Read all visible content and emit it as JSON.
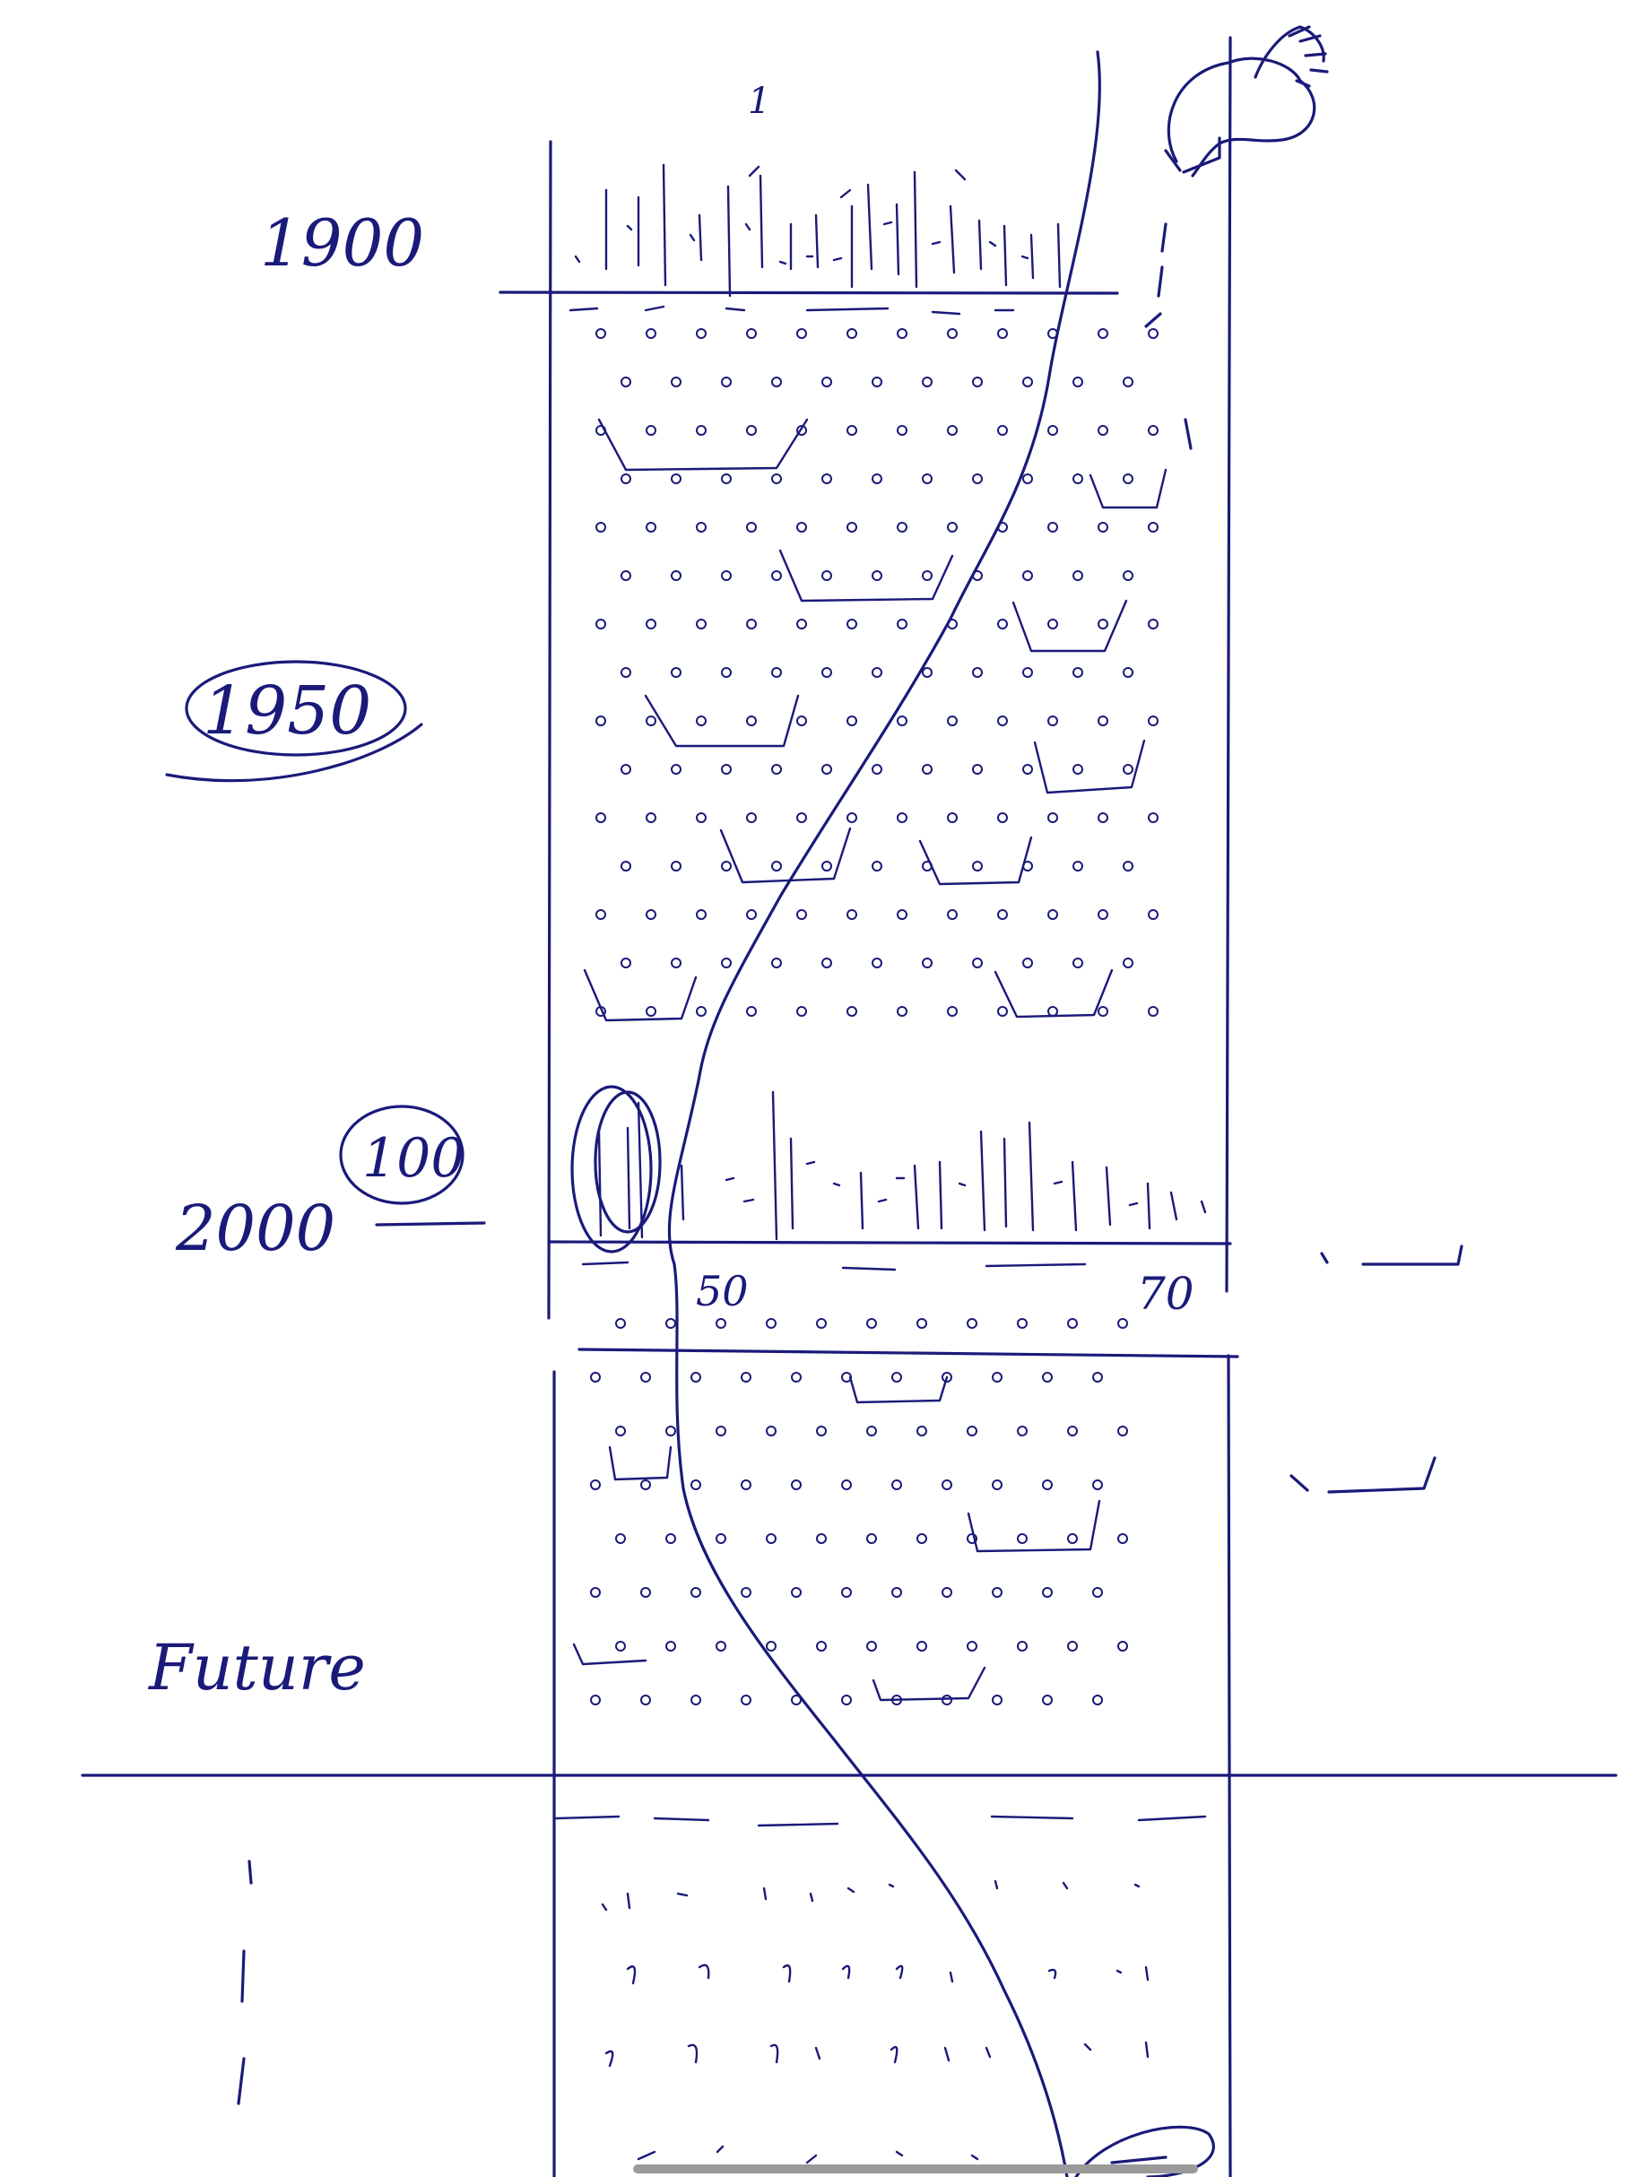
{
  "colors": {
    "ink": "#1a1a7a",
    "background": "#ffffff",
    "home_indicator": "#9a9a9a"
  },
  "labels": {
    "year_top": "1900",
    "year_circled": "1950",
    "year_bottom": "2000",
    "circled_near_2000": "100",
    "future": "Future",
    "top_tick": "1",
    "under_2000_left": "50",
    "under_2000_right": "70"
  },
  "icons": [
    "hand-drawn-head-sketch-icon"
  ]
}
